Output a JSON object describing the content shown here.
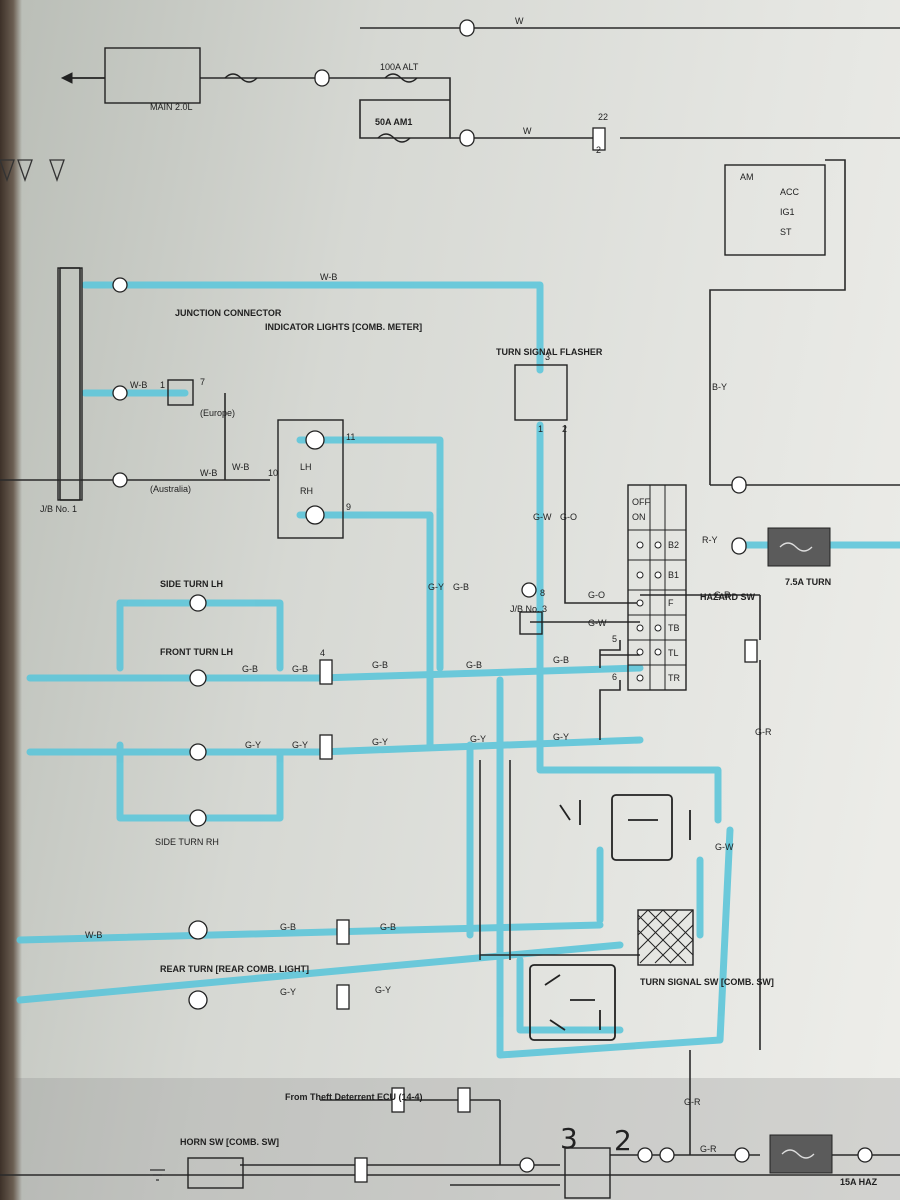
{
  "labels": {
    "w_top": "W",
    "alt_fuse": "100A ALT",
    "am1_fuse": "50A AM1",
    "w_am1": "W",
    "main_fuse": "MAIN 2.0L",
    "conn_22": "22",
    "conn_2": "2",
    "wire_wb_top": "W-B",
    "junction_connector": "JUNCTION CONNECTOR",
    "indicator_lights": "INDICATOR LIGHTS [COMB. METER]",
    "turn_signal_flasher": "TURN SIGNAL FLASHER",
    "europe": "(Europe)",
    "australia": "(Australia)",
    "lh": "LH",
    "rh": "RH",
    "wb_left1": "W-B",
    "wb_left2": "W-B",
    "wb_left3": "W-B",
    "wb_right": "W-B",
    "by": "B-Y",
    "ry": "R-Y",
    "go_1": "G-O",
    "go_2": "G-O",
    "gw_1": "G-W",
    "gw_2": "G-W",
    "gw_3": "G-W",
    "gr_1": "G-R",
    "gr_2": "G-R",
    "gr_3": "G-R",
    "gr_4": "G-R",
    "gb_1": "G-B",
    "gb_2": "G-B",
    "gb_3": "G-B",
    "gb_4": "G-B",
    "gb_5": "G-B",
    "gb_6": "G-B",
    "gb_7": "G-B",
    "gb_8": "G-B",
    "gy_1": "G-Y",
    "gy_2": "G-Y",
    "gy_3": "G-Y",
    "gy_4": "G-Y",
    "gy_5": "G-Y",
    "gy_6": "G-Y",
    "gy_7": "G-Y",
    "gy_8": "G-Y",
    "fuse_turn": "7.5A TURN",
    "fuse_haz": "15A HAZ",
    "hazard_sw": "HAZARD SW",
    "hz_off": "OFF",
    "hz_on": "ON",
    "hz_b2": "B2",
    "hz_b1": "B1",
    "hz_f": "F",
    "hz_tb": "TB",
    "hz_tl": "TL",
    "hz_tr": "TR",
    "jb3": "J/B No. 3",
    "jb1": "J/B No. 1",
    "side_turn_lh": "SIDE TURN LH",
    "front_turn_lh": "FRONT TURN LH",
    "side_turn_rh": "SIDE TURN RH",
    "rear_turn": "REAR TURN [REAR COMB. LIGHT]",
    "turn_signal_sw": "TURN SIGNAL SW [COMB. SW]",
    "horn_sw": "HORN SW [COMB. SW]",
    "theft_ecu": "From Theft Deterrent ECU (14-4)",
    "ign_am": "AM",
    "ign_acc": "ACC",
    "ign_ig1": "IG1",
    "ign_st": "ST",
    "pin_1": "1",
    "pin_2": "2",
    "pin_3": "3",
    "pin_4": "4",
    "pin_5": "5",
    "pin_6": "6",
    "pin_7": "7",
    "pin_8": "8",
    "pin_9": "9",
    "pin_10": "10",
    "pin_11": "11",
    "hand_3": "3",
    "hand_2": "2"
  },
  "colors": {
    "highlight": "#5ec6da",
    "wire": "#2a2a2a",
    "fuse_box": "#5b5b5b"
  }
}
